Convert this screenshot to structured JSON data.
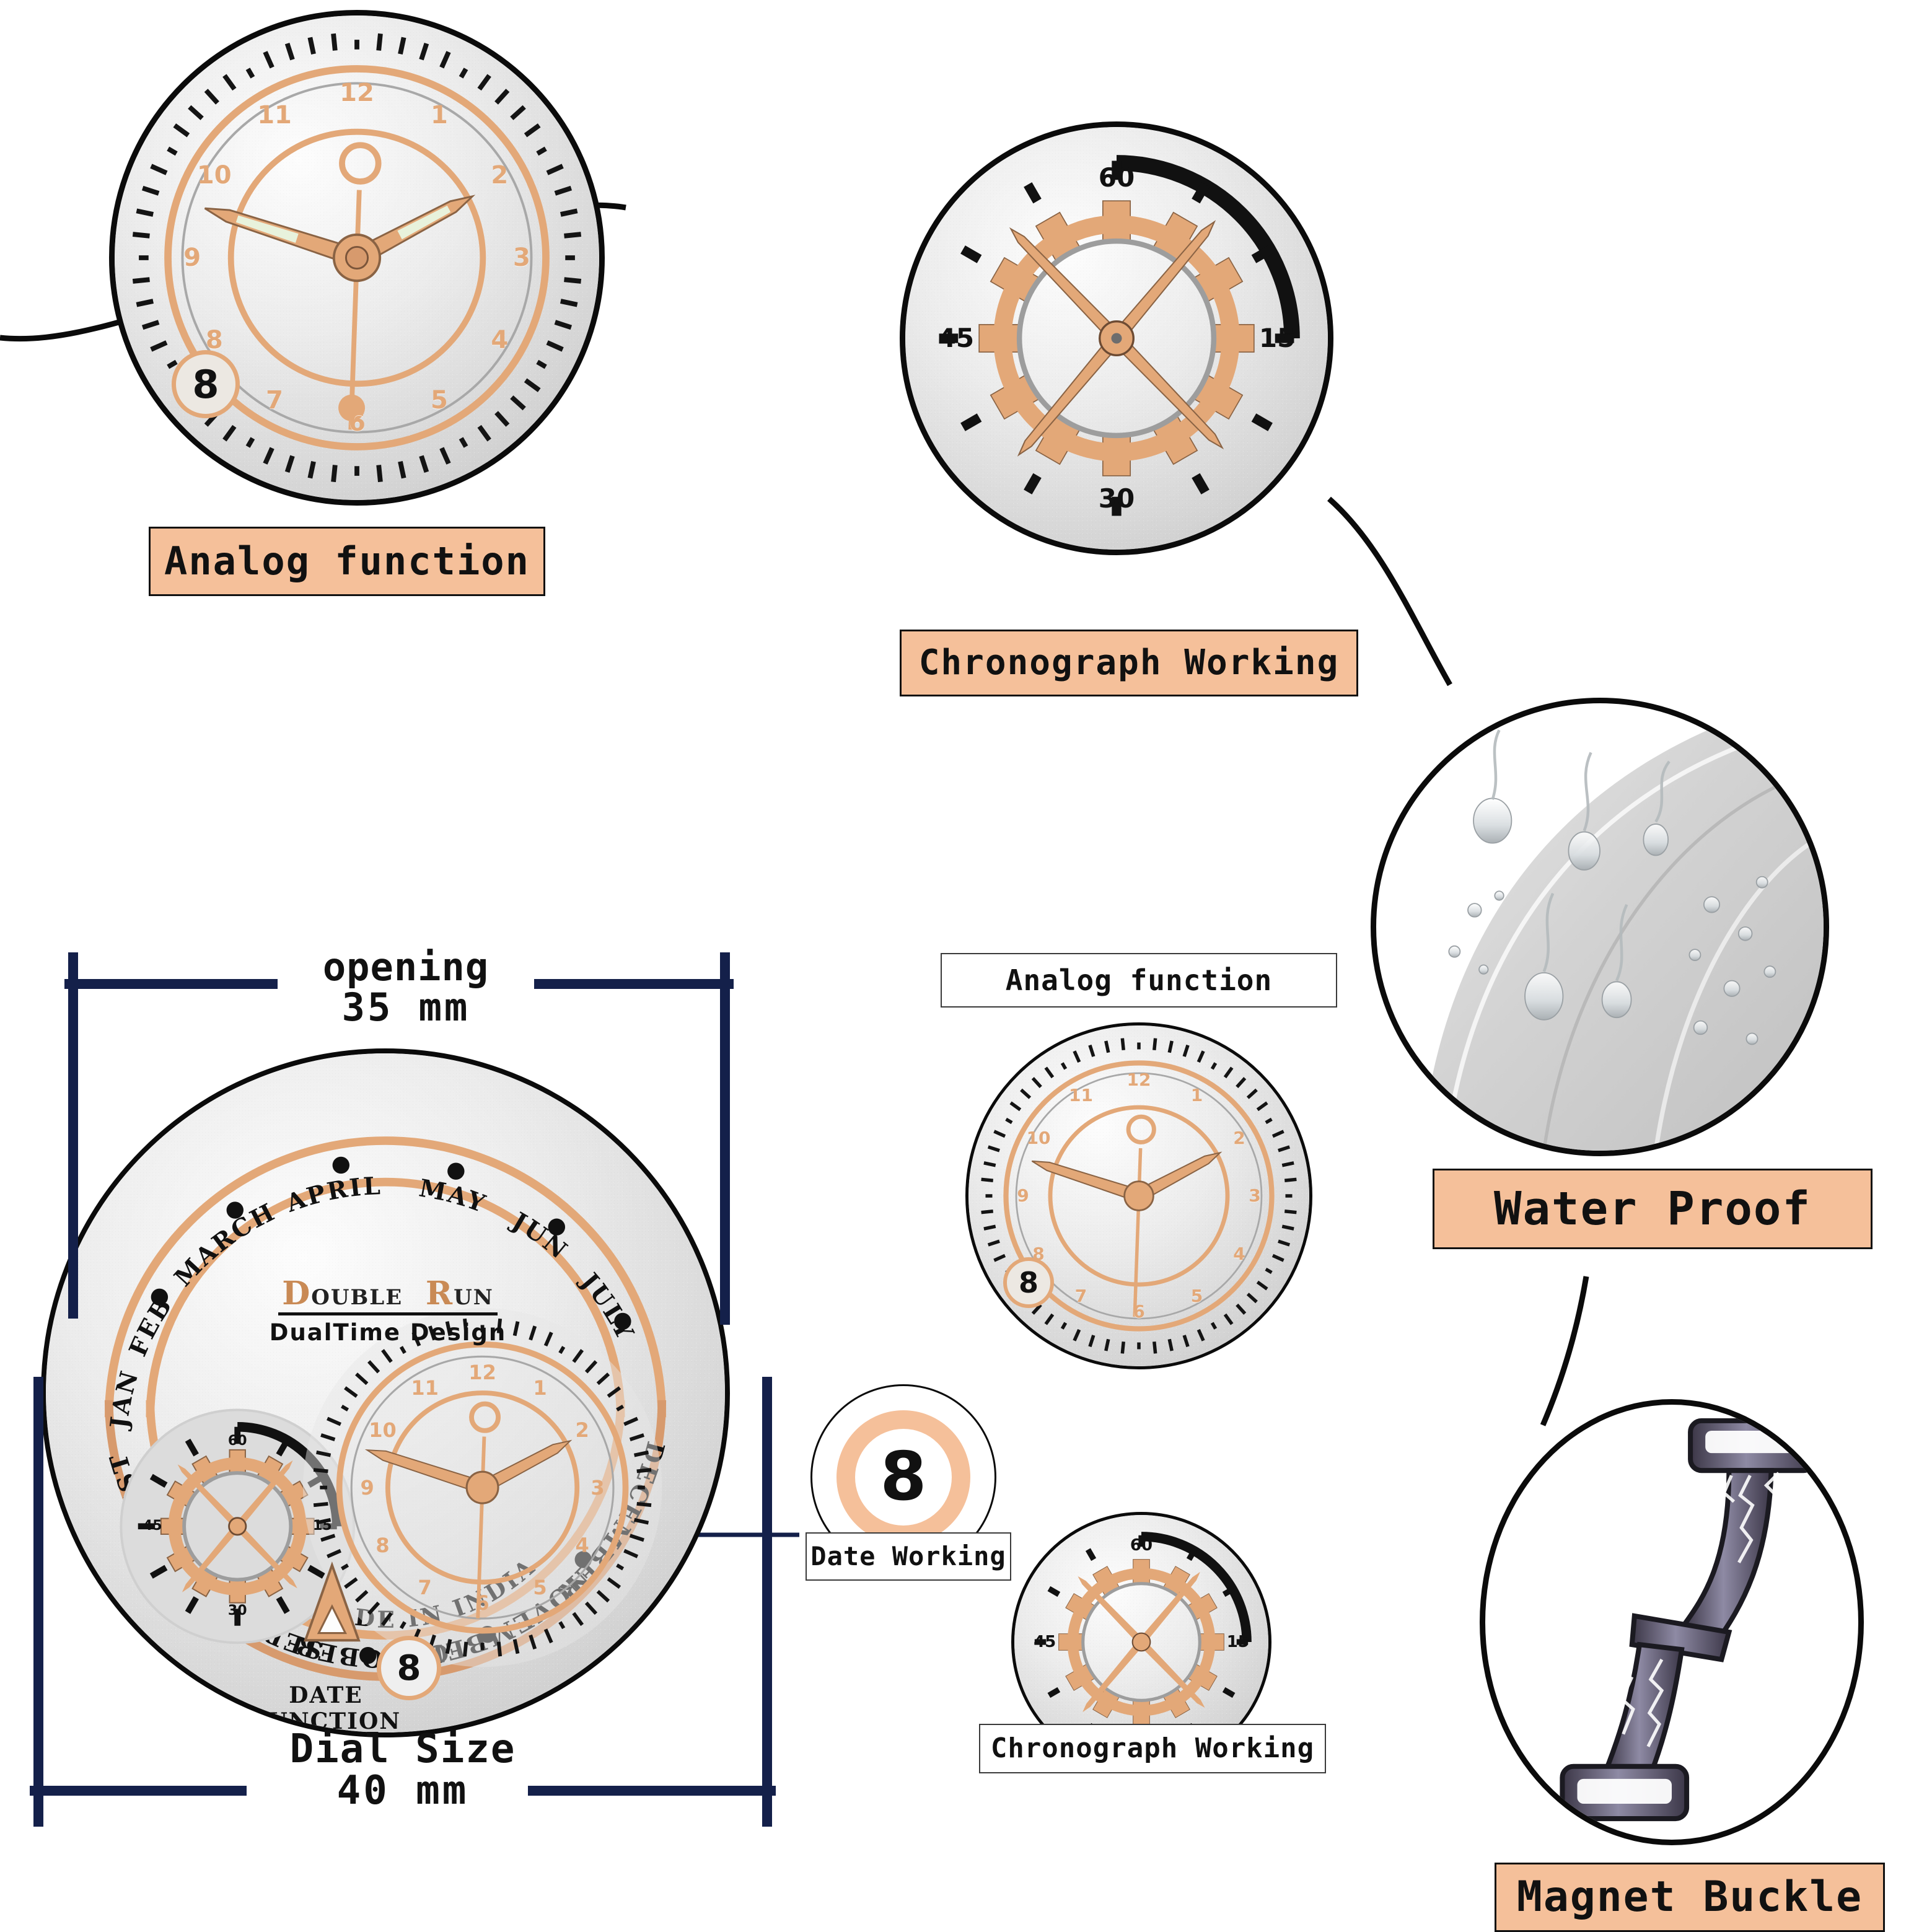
{
  "page": {
    "title": "Watch feature infographic",
    "background": "#ffffff",
    "accent_peach": "#f5c09a",
    "accent_rose_gold": "#e3a878",
    "navy": "#14204a",
    "ink": "#0b0b0b"
  },
  "callouts": {
    "analog_top": "Analog function",
    "chronograph_top": "Chronograph Working",
    "water_proof": "Water Proof",
    "magnet_buckle": "Magnet Buckle",
    "analog_small": "Analog function",
    "date_working": "Date Working",
    "chronograph_small": "Chronograph Working"
  },
  "dimensions": {
    "opening_label": "opening",
    "opening_value": "35 mm",
    "dial_label": "Dial Size",
    "dial_value": "40 mm"
  },
  "main_dial": {
    "brand": "Double Run",
    "brand_line1_parts": [
      "D",
      "OUBLE",
      "R",
      "UN"
    ],
    "tagline": "DualTime Design",
    "date_function_text": "DATE FUNCTION",
    "made_in": "MADE IN INDIA",
    "months_top": [
      "JAN",
      "FEB",
      "MARCH",
      "APRIL",
      "MAY",
      "JUN",
      "JULY"
    ],
    "months_bottom": [
      "DECEMBER",
      "NOVEMBER",
      "OCTOBER",
      "SEPTEMBER",
      "AUGUST"
    ],
    "date_value": "8"
  },
  "analog_dial": {
    "hour_numerals": [
      "12",
      "1",
      "2",
      "3",
      "4",
      "5",
      "6",
      "7",
      "8",
      "9",
      "10",
      "11"
    ],
    "date_value": "8",
    "hour_hand_deg": 62,
    "minute_hand_deg": 288,
    "second_hand_deg": 182
  },
  "chronograph_dial": {
    "numerals": [
      "60",
      "15",
      "30",
      "45"
    ],
    "numeral_positions": [
      "top",
      "right",
      "bottom",
      "left"
    ]
  },
  "date_badge": {
    "value": "8"
  },
  "icons": {
    "water_drops": "water-drop-icon",
    "buckle": "magnet-buckle-icon",
    "gear": "gear-icon",
    "triangle_logo": "triangle-logo-icon"
  }
}
